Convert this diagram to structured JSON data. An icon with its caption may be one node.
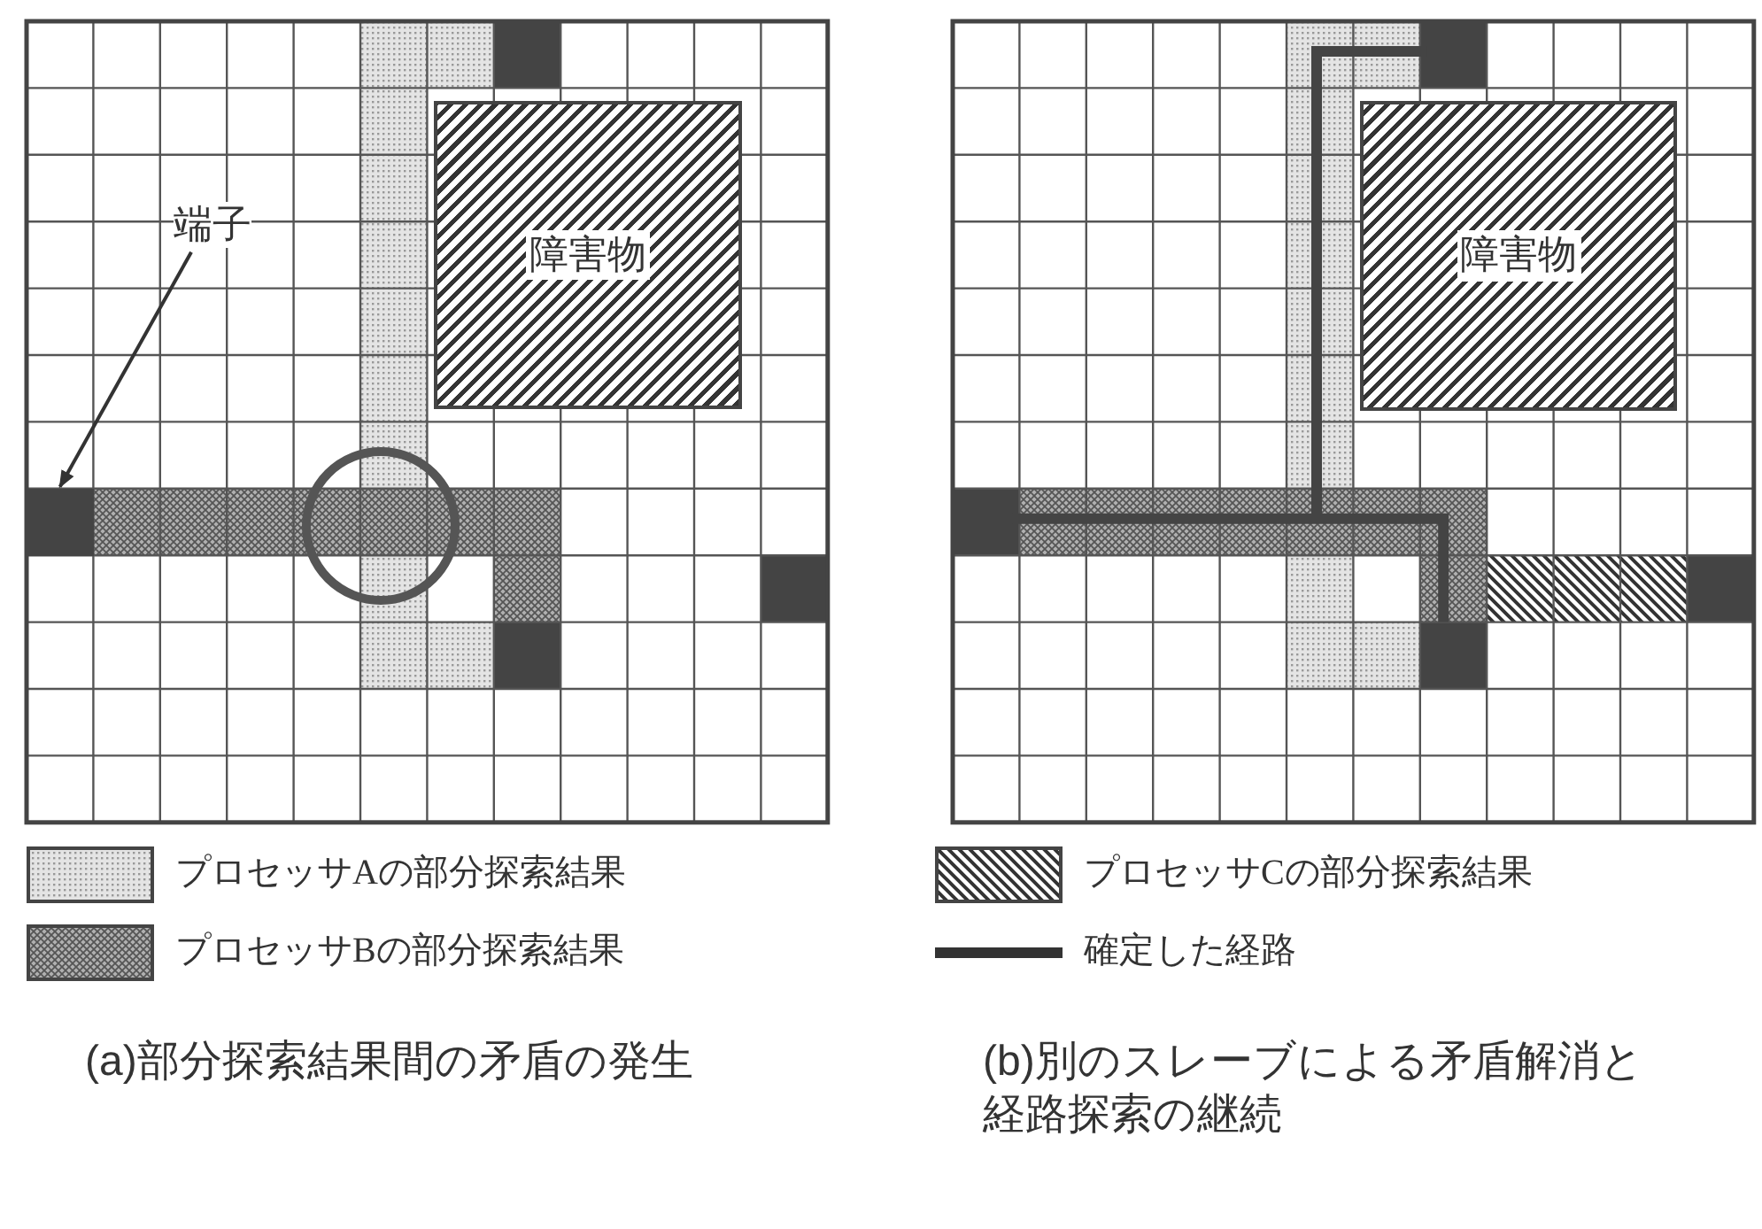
{
  "diagram": {
    "nodes": [
      {
        "text": [
          "端子"
        ]
      },
      {
        "text": [],
        "shape": "box"
      },
      {
        "text": [
          "障害物"
        ]
      },
      {
        "text": [
          "障害物"
        ]
      }
    ],
    "edges": [
      {
        "from": 0,
        "to": 1,
        "arrow": "to"
      }
    ],
    "labels": [
      "(a)部分探索結果間の矛盾の発生",
      "(b)別のスレーブによる矛盾解消と経路探索の継続"
    ],
    "legend": [
      {
        "text": "プロセッサAの部分探索結果"
      },
      {
        "text": "プロセッサBの部分探索結果"
      },
      {
        "text": "プロセッサCの部分探索結果"
      },
      {
        "text": "確定した経路"
      }
    ]
  }
}
